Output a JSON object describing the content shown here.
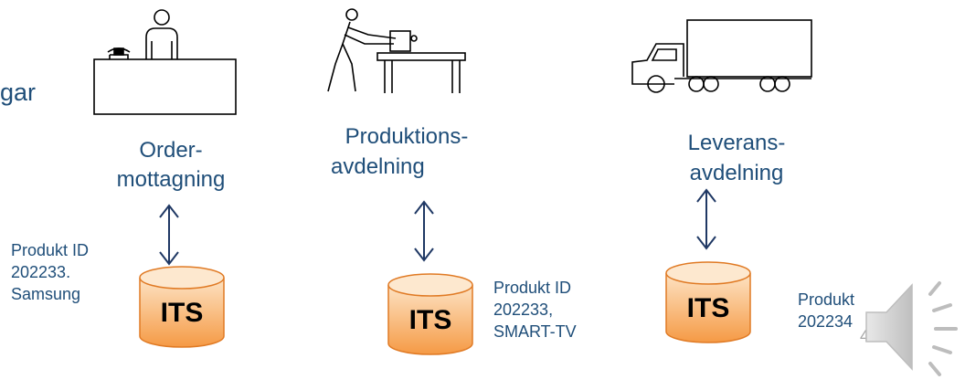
{
  "heading_fragment": "gar",
  "departments": [
    {
      "label_line1": "Order-",
      "label_line2": "mottagning",
      "icon": "order-desk-person-icon"
    },
    {
      "label_line1": "Produktions-",
      "label_line2": "avdelning",
      "icon": "production-worker-icon"
    },
    {
      "label_line1": "Leverans-",
      "label_line2": "avdelning",
      "icon": "delivery-truck-icon"
    }
  ],
  "databases": [
    {
      "label": "ITS"
    },
    {
      "label": "ITS"
    },
    {
      "label": "ITS"
    }
  ],
  "notes": [
    {
      "line1": "Produkt ID",
      "line2": "202233.",
      "line3": "Samsung"
    },
    {
      "line1": "Produkt ID",
      "line2": "202233,",
      "line3": "SMART-TV"
    },
    {
      "line1": "Produkt",
      "line2": "202234"
    }
  ],
  "page_number": "4",
  "colors": {
    "text": "#1f4e79",
    "db_fill_top": "#fde3c4",
    "db_fill_bottom": "#f59a45",
    "db_stroke": "#e07a24"
  },
  "speaker_icon": "speaker-audio-icon"
}
